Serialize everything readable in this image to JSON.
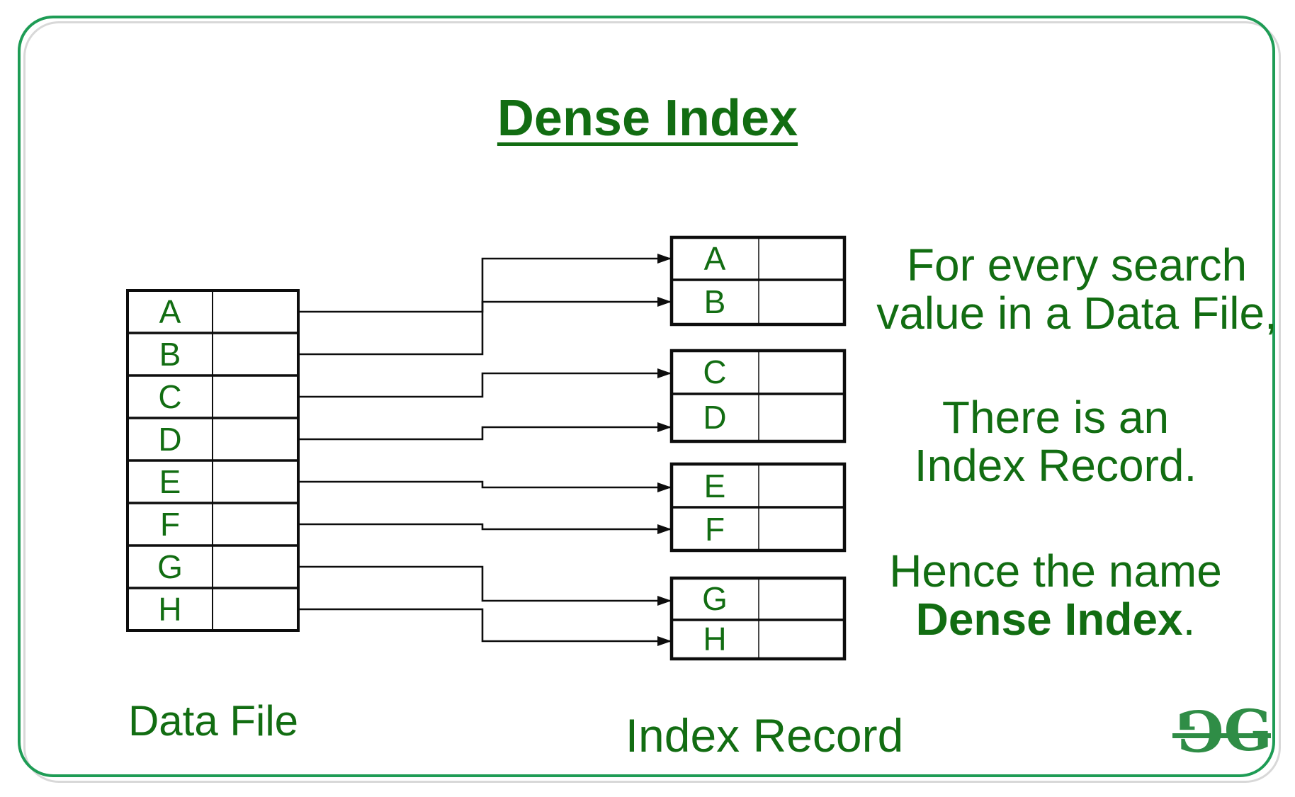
{
  "title": "Dense Index",
  "data_file": {
    "label": "Data File",
    "rows": [
      "A",
      "B",
      "C",
      "D",
      "E",
      "F",
      "G",
      "H"
    ]
  },
  "index_record": {
    "label": "Index Record",
    "tables": [
      {
        "rows": [
          "A",
          "B"
        ]
      },
      {
        "rows": [
          "C",
          "D"
        ]
      },
      {
        "rows": [
          "E",
          "F"
        ]
      },
      {
        "rows": [
          "G",
          "H"
        ]
      }
    ]
  },
  "notes": {
    "note1": {
      "line1": "For every search",
      "line2": "value in a Data File,"
    },
    "note2": {
      "line1": "There is an",
      "line2": "Index Record."
    },
    "note3": {
      "line1": "Hence the name",
      "bold": "Dense Index",
      "suffix": "."
    }
  },
  "logo": {
    "left_letter": "G",
    "right_letter": "G"
  },
  "colors": {
    "text_green": "#126d12",
    "logo_green": "#2f8d46",
    "border_green": "#1e9c55",
    "inner_border_gray": "#d8d8d8",
    "diagram_line": "#0d0d0d"
  }
}
